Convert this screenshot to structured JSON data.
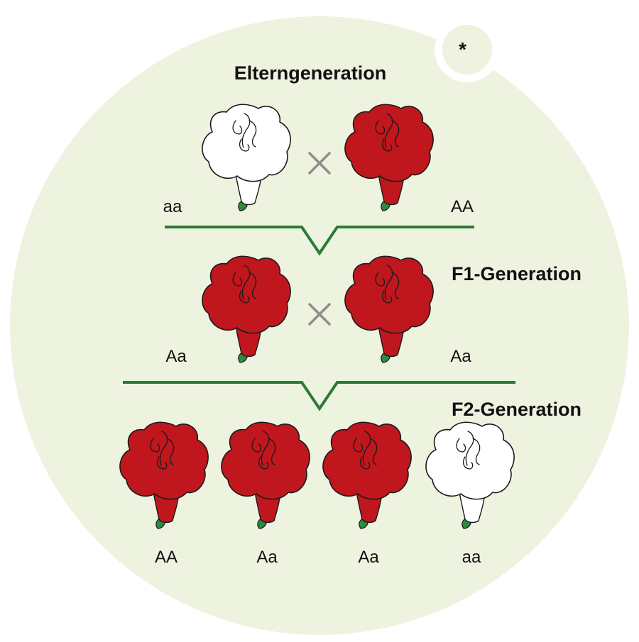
{
  "background": "#eef3e0",
  "colors": {
    "red": "#c0161d",
    "white": "#ffffff",
    "stem_green": "#2e8b3e",
    "line_green": "#2b7a37",
    "cross_gray": "#8e8e8e",
    "outline": "#1a1a1a"
  },
  "corner_marker": "*",
  "parental": {
    "title": "Elterngeneration",
    "flowers": [
      {
        "color": "white",
        "genotype": "aa"
      },
      {
        "color": "red",
        "genotype": "AA"
      }
    ]
  },
  "f1": {
    "title": "F1-Generation",
    "flowers": [
      {
        "color": "red",
        "genotype": "Aa"
      },
      {
        "color": "red",
        "genotype": "Aa"
      }
    ]
  },
  "f2": {
    "title": "F2-Generation",
    "flowers": [
      {
        "color": "red",
        "genotype": "AA"
      },
      {
        "color": "red",
        "genotype": "Aa"
      },
      {
        "color": "red",
        "genotype": "Aa"
      },
      {
        "color": "white",
        "genotype": "aa"
      }
    ]
  }
}
